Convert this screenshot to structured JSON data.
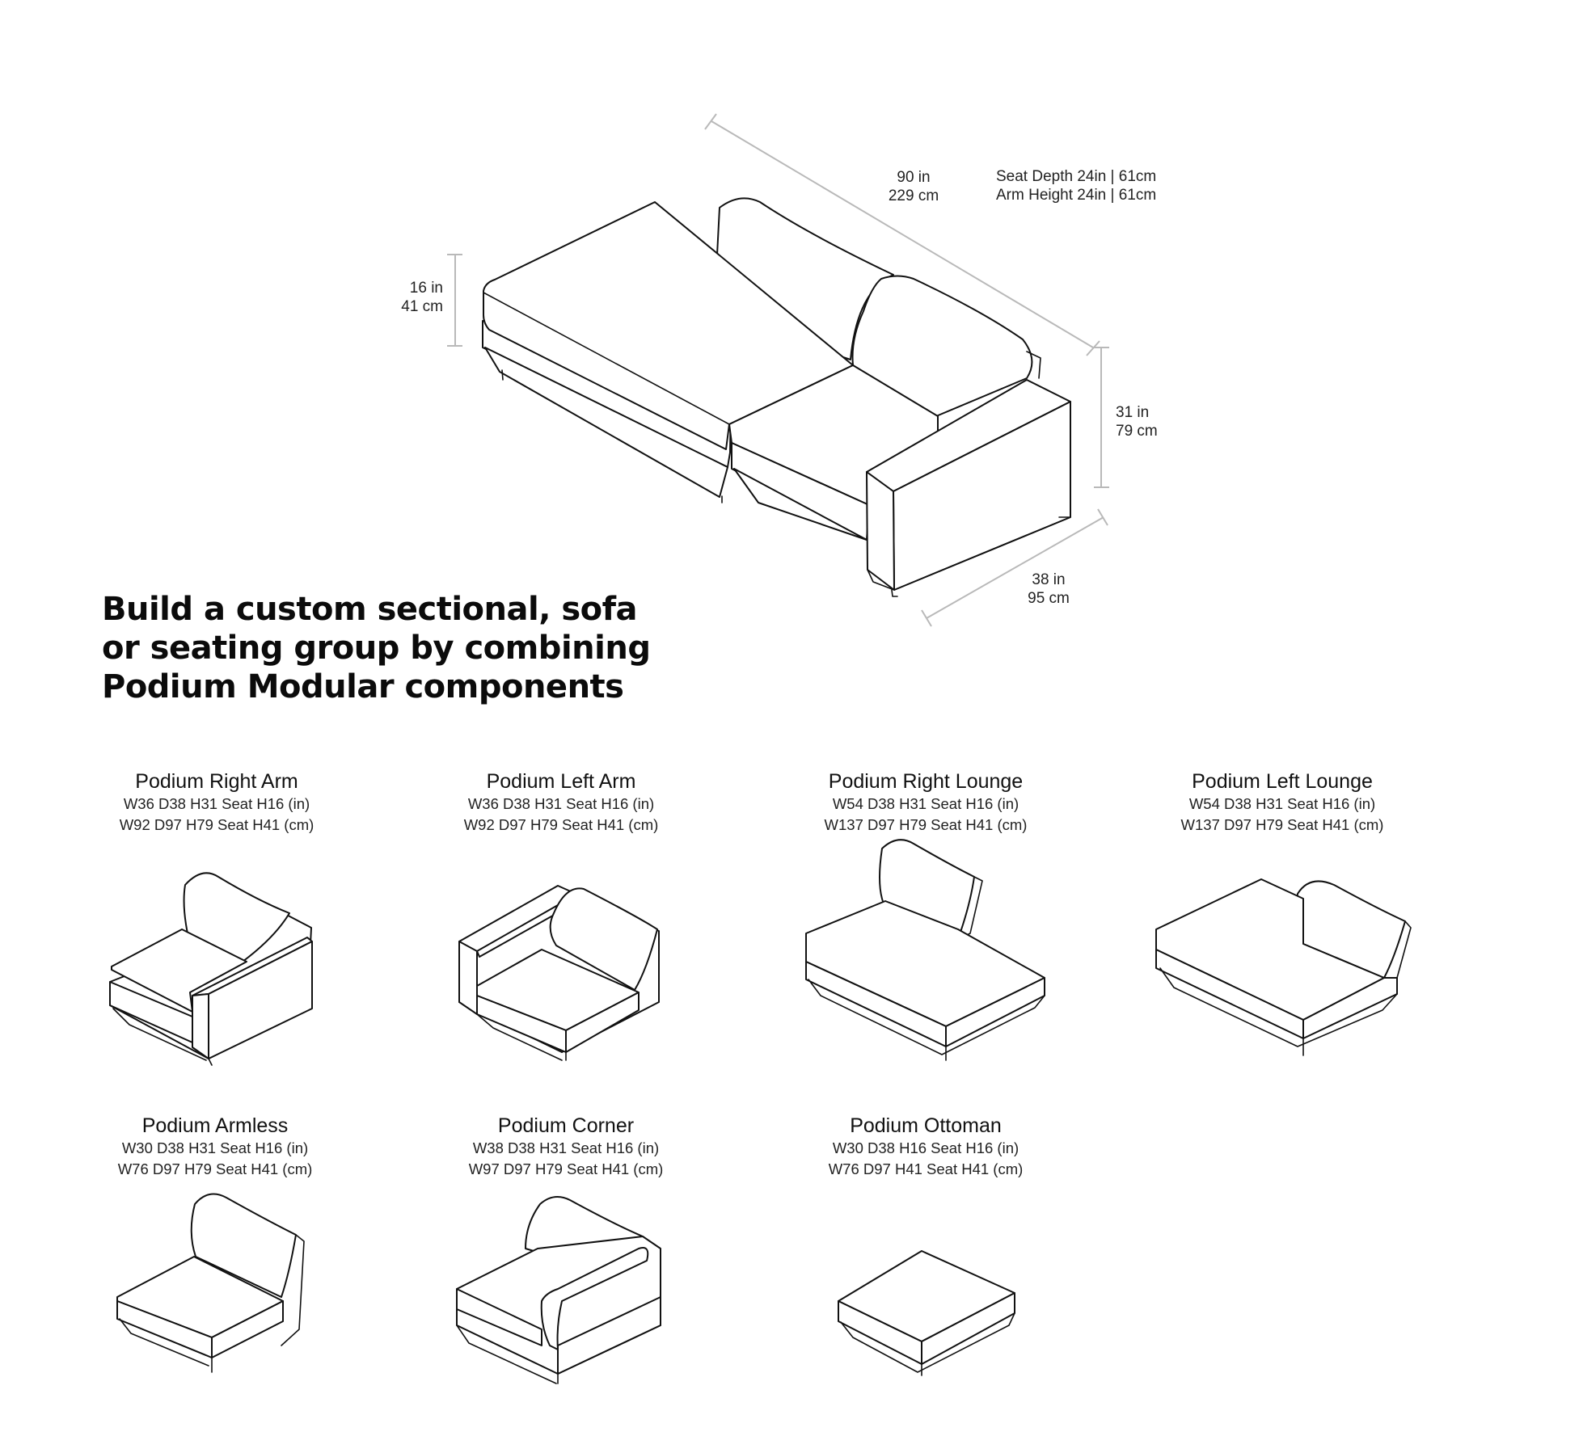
{
  "hero": {
    "dims": {
      "length_in": "90 in",
      "length_cm": "229 cm",
      "seat_height_in": "16 in",
      "seat_height_cm": "41 cm",
      "height_in": "31 in",
      "height_cm": "79 cm",
      "depth_in": "38 in",
      "depth_cm": "95 cm"
    },
    "notes": [
      "Seat Depth 24in | 61cm",
      "Arm Height 24in | 61cm"
    ]
  },
  "headline": [
    "Build a custom sectional, sofa",
    "or seating group by combining",
    "Podium Modular components"
  ],
  "components": [
    {
      "name": "Podium Right Arm",
      "spec_in": "W36 D38 H31 Seat H16 (in)",
      "spec_cm": "W92 D97 H79 Seat H41 (cm)"
    },
    {
      "name": "Podium Left Arm",
      "spec_in": "W36 D38 H31 Seat H16 (in)",
      "spec_cm": "W92 D97 H79 Seat H41 (cm)"
    },
    {
      "name": "Podium Right Lounge",
      "spec_in": "W54 D38 H31 Seat H16 (in)",
      "spec_cm": "W137 D97 H79 Seat H41 (cm)"
    },
    {
      "name": "Podium Left Lounge",
      "spec_in": "W54 D38 H31 Seat H16 (in)",
      "spec_cm": "W137 D97 H79 Seat H41 (cm)"
    },
    {
      "name": "Podium Armless",
      "spec_in": "W30 D38 H31 Seat H16 (in)",
      "spec_cm": "W76 D97 H79 Seat H41 (cm)"
    },
    {
      "name": "Podium Corner",
      "spec_in": "W38 D38 H31 Seat H16 (in)",
      "spec_cm": "W97 D97 H79 Seat H41 (cm)"
    },
    {
      "name": "Podium Ottoman",
      "spec_in": "W30 D38 H16 Seat H16 (in)",
      "spec_cm": "W76 D97 H41 Seat H41 (cm)"
    }
  ]
}
